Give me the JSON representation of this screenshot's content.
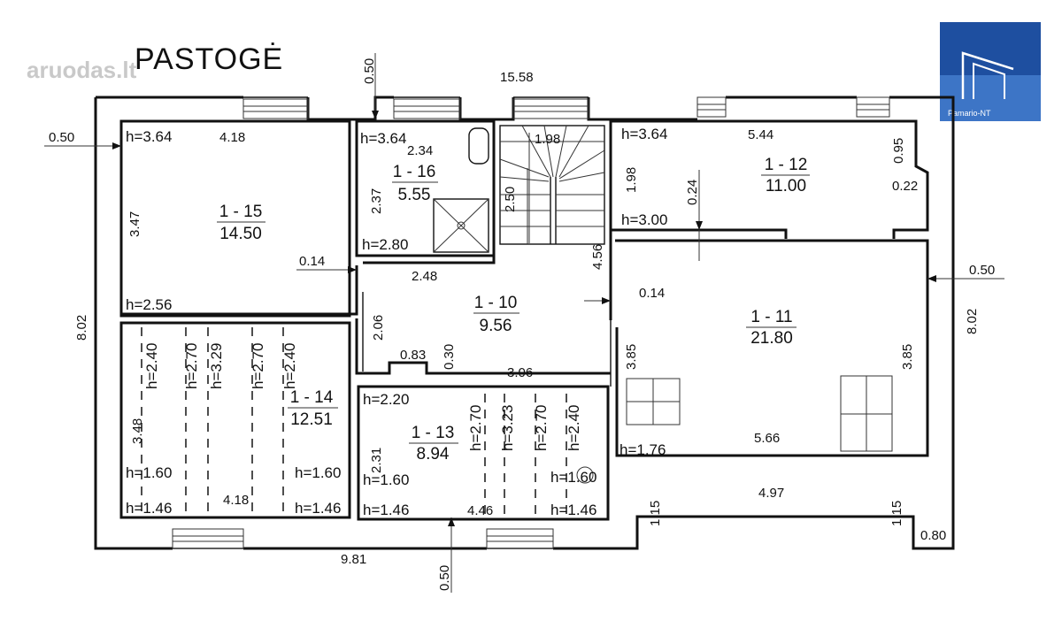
{
  "watermark": "aruodas.lt",
  "brand_title": "PASTOGĖ",
  "badge_label": "Pamario-NT",
  "rooms": [
    {
      "id": "1 - 15",
      "area": "14.50"
    },
    {
      "id": "1 - 16",
      "area": "5.55"
    },
    {
      "id": "1 - 12",
      "area": "11.00"
    },
    {
      "id": "1 - 10",
      "area": "9.56"
    },
    {
      "id": "1 - 11",
      "area": "21.80"
    },
    {
      "id": "1 - 14",
      "area": "12.51"
    },
    {
      "id": "1 - 13",
      "area": "8.94"
    }
  ],
  "heights": [
    "h=3.64",
    "h=3.64",
    "h=3.64",
    "h=2.80",
    "h=3.00",
    "h=2.56",
    "h=2.40",
    "h=2.70",
    "h=3.29",
    "h=2.70",
    "h=2.40",
    "h=1.60",
    "h=1.60",
    "h=1.46",
    "h=1.46",
    "h=2.20",
    "h=2.70",
    "h=3.23",
    "h=2.70",
    "h=2.40",
    "h=1.60",
    "h=1.60",
    "h=1.46",
    "h=1.46",
    "h=1.76"
  ],
  "dimensions": [
    "15.58",
    "0.50",
    "0.50",
    "0.50",
    "0.50",
    "4.18",
    "3.47",
    "2.34",
    "2.37",
    "1.98",
    "2.50",
    "4.56",
    "5.44",
    "0.95",
    "1.98",
    "0.24",
    "0.22",
    "0.14",
    "2.48",
    "2.06",
    "0.14",
    "8.02",
    "8.02",
    "3.85",
    "3.85",
    "0.83",
    "0.30",
    "3.06",
    "3.48",
    "4.18",
    "2.31",
    "4.46",
    "5.66",
    "4.97",
    "1.15",
    "1.15",
    "0.80",
    "9.81"
  ]
}
